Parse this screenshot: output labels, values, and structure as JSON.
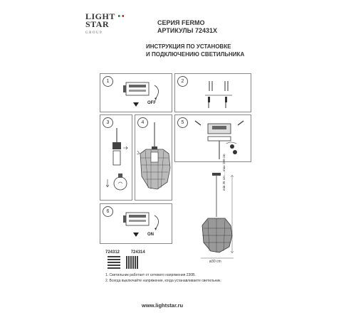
{
  "logo": {
    "line1": "LIGHT",
    "line2": "STAR",
    "line3": "GROUP"
  },
  "header": {
    "series": "СЕРИЯ FERMO",
    "articles": "АРТИКУЛЫ 72431X",
    "title_line1": "ИНСТРУКЦИЯ ПО УСТАНОВКЕ",
    "title_line2": "И ПОДКЛЮЧЕНИЮ СВЕТИЛЬНИКА"
  },
  "steps": {
    "s1": {
      "num": "1",
      "state": "OFF"
    },
    "s2": {
      "num": "2"
    },
    "s3": {
      "num": "3"
    },
    "s4": {
      "num": "4"
    },
    "s5": {
      "num": "5"
    },
    "s6": {
      "num": "6",
      "state": "ON"
    }
  },
  "dimensions": {
    "height": "min 35 cm ... max 180 cm",
    "diameter": "ø30 cm"
  },
  "codes": [
    "724312",
    "724314"
  ],
  "notes": [
    "1. Светильник работает от сетевого напряжения 230В.",
    "2. Всегда выключайте напряжение, когда устанавливаете светильник."
  ],
  "footer": {
    "url": "www.lightstar.ru"
  }
}
